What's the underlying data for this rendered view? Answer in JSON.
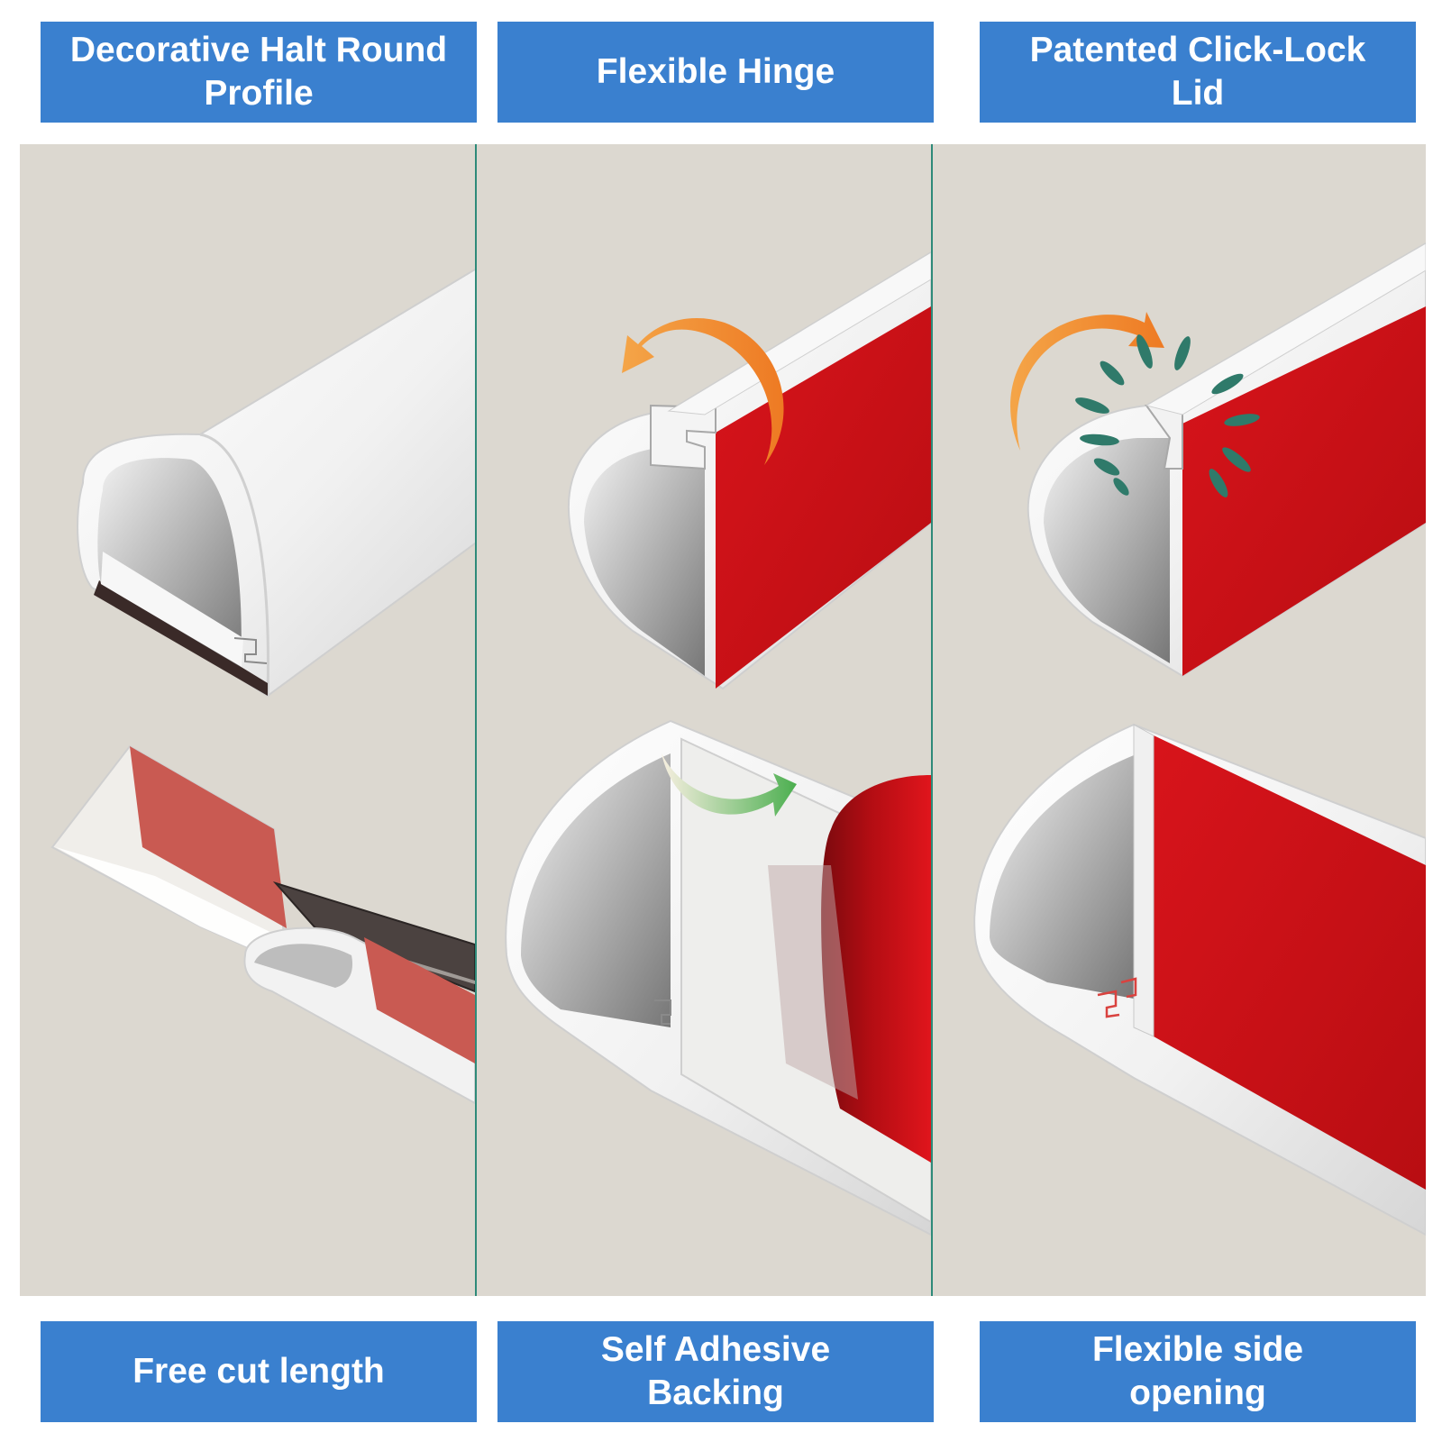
{
  "labels": {
    "top": [
      {
        "text": "Decorative Halt Round\nProfile"
      },
      {
        "text": "Flexible Hinge"
      },
      {
        "text": "Patented Click-Lock\nLid"
      }
    ],
    "bottom": [
      {
        "text": "Free cut length"
      },
      {
        "text": "Self Adhesive\nBacking"
      },
      {
        "text": "Flexible side\nopening"
      }
    ]
  },
  "colors": {
    "label_background": "#3a80cf",
    "label_text": "#ffffff",
    "panel_background": "#dcd8d0",
    "adhesive_red": "#cc1117",
    "hinge_arrow": "#f08a2c",
    "peel_arrow": "#56b35a",
    "click_marks": "#2f7a6a"
  }
}
